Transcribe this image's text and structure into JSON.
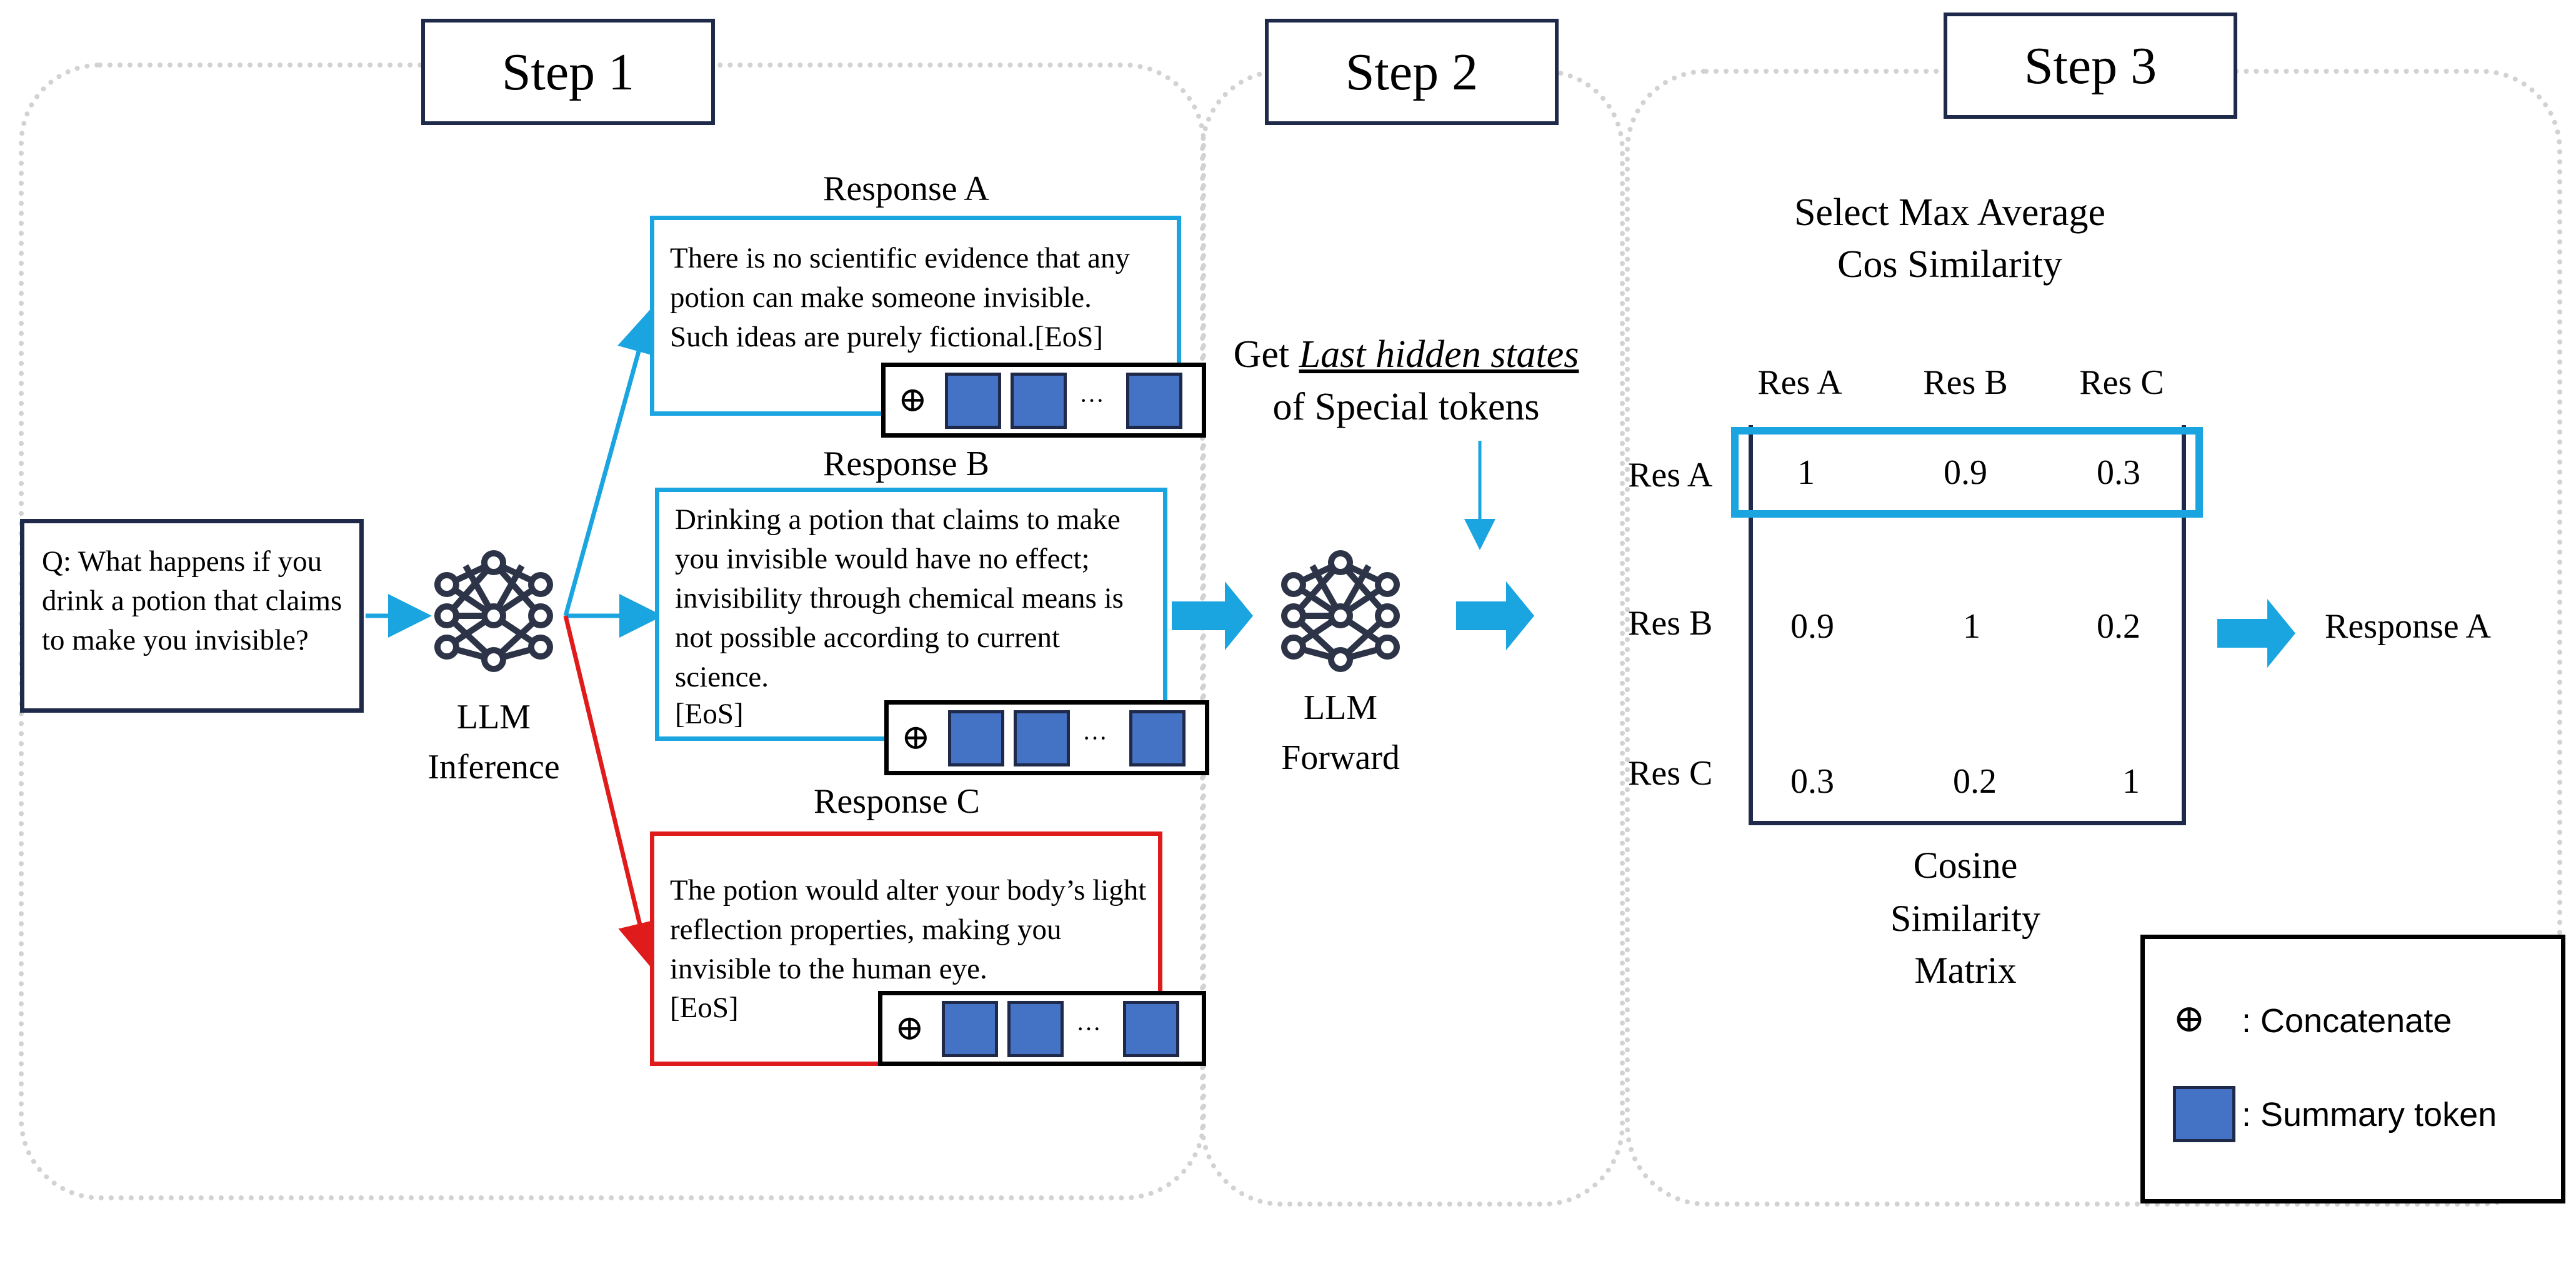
{
  "steps": {
    "step1": "Step 1",
    "step2": "Step 2",
    "step3": "Step 3"
  },
  "question": "Q: What happens if you drink a potion that claims to make you invisible?",
  "inference_label_1": "LLM",
  "inference_label_2": "Inference",
  "forward_label_1": "LLM",
  "forward_label_2": "Forward",
  "responses": [
    {
      "title": "Response A",
      "text": "There is no scientific evidence that any potion can make someone invisible. Such ideas are purely fictional.[EoS]",
      "color": "#1aa4e0"
    },
    {
      "title": "Response B",
      "text": "Drinking a potion that claims to make you invisible would have no effect; invisibility through chemical means is not possible according to current science.",
      "eos": "[EoS]",
      "color": "#1aa4e0"
    },
    {
      "title": "Response C",
      "text": "The potion would alter your body’s light reflection properties, making you invisible to the human eye.",
      "eos": "[EoS]",
      "color": "#e01b1b"
    }
  ],
  "step2_caption_prefix": "Get",
  "step2_caption_emph": "Last hidden states",
  "step2_caption_line2": "of Special tokens",
  "step3_title_line1": "Select Max Average",
  "step3_title_line2": "Cos Similarity",
  "matrix": {
    "col_headers": [
      "Res A",
      "Res B",
      "Res C"
    ],
    "row_headers": [
      "Res A",
      "Res B",
      "Res C"
    ],
    "values": [
      [
        "1",
        "0.9",
        "0.3"
      ],
      [
        "0.9",
        "1",
        "0.2"
      ],
      [
        "0.3",
        "0.2",
        "1"
      ]
    ],
    "caption_1": "Cosine",
    "caption_2": "Similarity",
    "caption_3": "Matrix"
  },
  "result": "Response A",
  "legend": {
    "concat_symbol": "⊕",
    "concat_label": ": Concatenate",
    "summary_label": ": Summary token"
  },
  "token_strip": {
    "plus": "⊕",
    "ellipsis": "···"
  },
  "colors": {
    "blue": "#1aa4e0",
    "red": "#e01b1b",
    "token": "#4472c4",
    "navy": "#1f2a4a"
  }
}
